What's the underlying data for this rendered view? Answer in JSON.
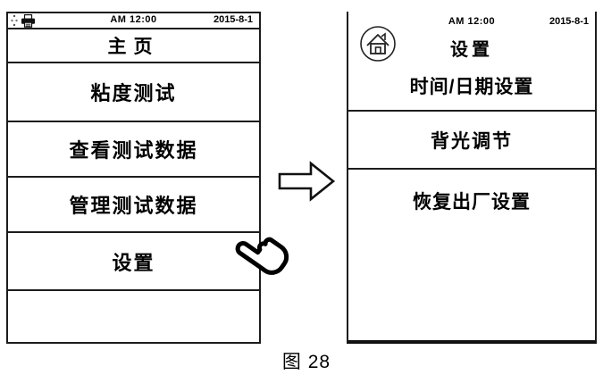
{
  "figure": {
    "caption": "图 28"
  },
  "left_screen": {
    "status": {
      "time": "AM 12:00",
      "date": "2015-8-1",
      "icons": [
        "connector-dots-icon",
        "printer-icon"
      ]
    },
    "title": "主页",
    "menu": [
      "粘度测试",
      "查看测试数据",
      "管理测试数据",
      "设置"
    ],
    "empty_row": ""
  },
  "right_screen": {
    "status": {
      "time": "AM 12:00",
      "date": "2015-8-1"
    },
    "home_icon": "home-icon",
    "title": "设置",
    "menu": [
      "时间/日期设置",
      "背光调节",
      "恢复出厂设置"
    ]
  },
  "transition": {
    "arrow_icon": "right-block-arrow-icon",
    "pointer_icon": "pointing-hand-icon",
    "pressed_item": "设置"
  },
  "colors": {
    "line": "#1c1c1c",
    "text": "#000000",
    "background": "#ffffff"
  }
}
